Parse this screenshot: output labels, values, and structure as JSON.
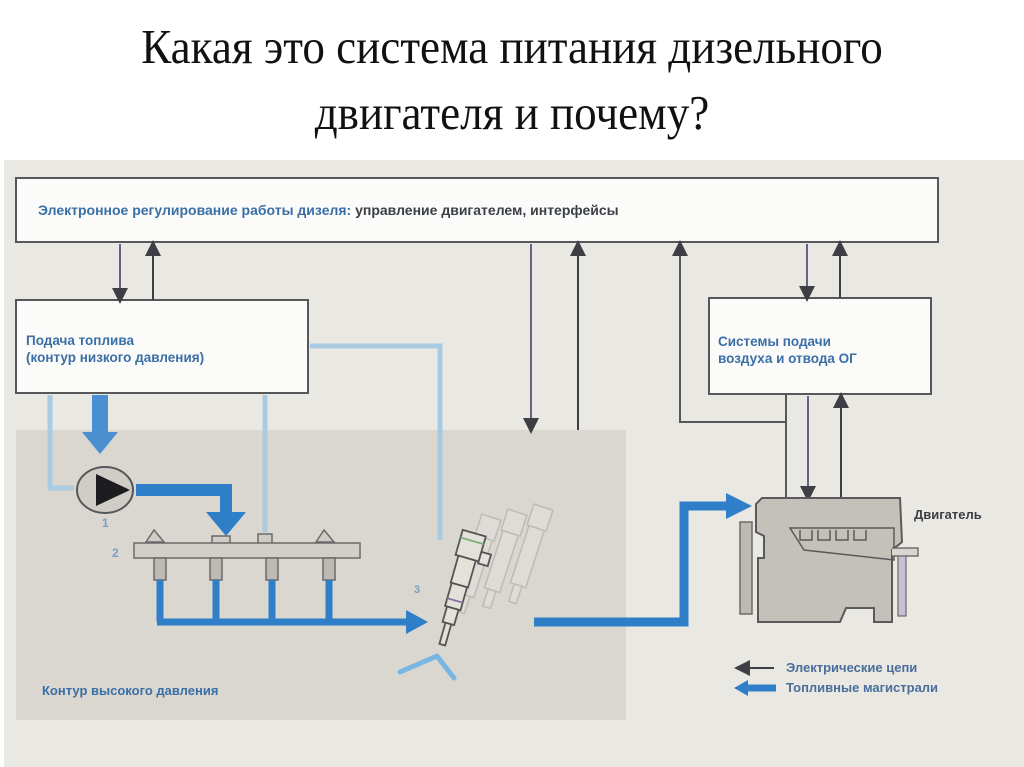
{
  "title": {
    "line1": "Какая это система питания дизельного",
    "line2": "двигателя и почему?"
  },
  "diagram": {
    "ecu_box": {
      "label_part1": "Электронное регулирование работы дизеля:",
      "label_part2": "управление двигателем, интерфейсы"
    },
    "fuel_supply_box": {
      "line1": "Подача топлива",
      "line2": "(контур низкого давления)"
    },
    "air_system_box": {
      "line1": "Системы подачи",
      "line2": "воздуха и отвода ОГ"
    },
    "high_pressure_region_label": "Контур высокого давления",
    "engine_label": "Двигатель",
    "component_numbers": {
      "pump": "1",
      "rail": "2",
      "injector": "3"
    },
    "legend": {
      "electric": "Электрические цепи",
      "fuel": "Топливные магистрали"
    },
    "colors": {
      "fuel_line": "#2f7fc8",
      "return_line": "#a9cbe2",
      "electric_line": "#55575a",
      "box_text_blue": "#3a6fa6",
      "region_shade": "#d8d6cf"
    }
  }
}
